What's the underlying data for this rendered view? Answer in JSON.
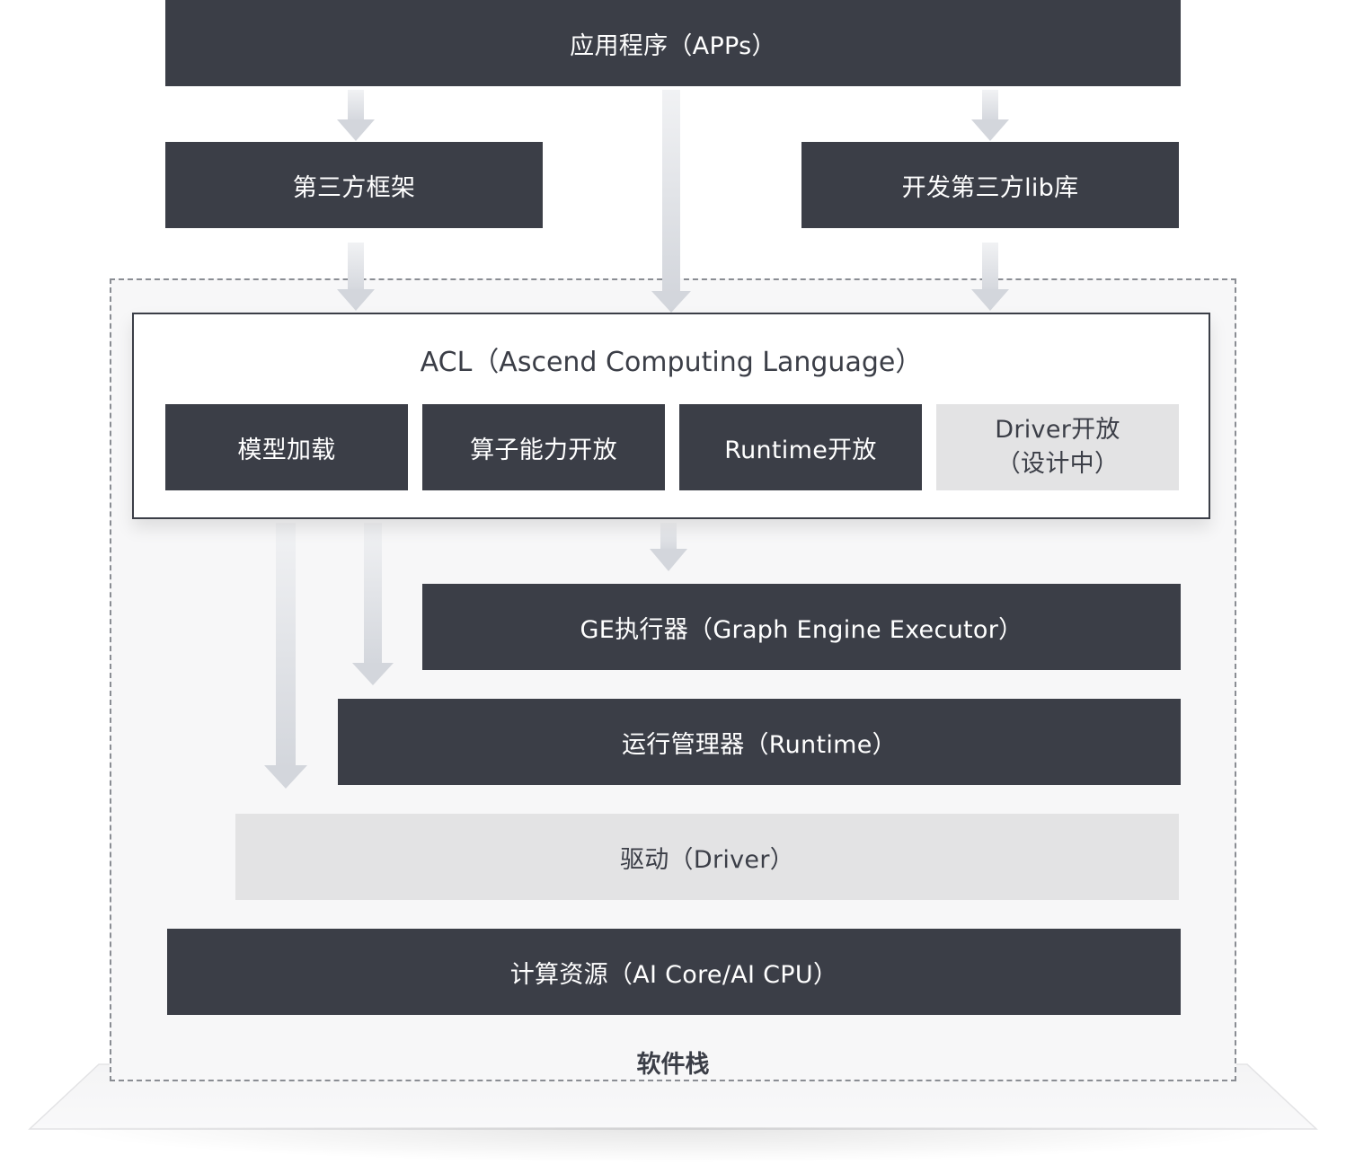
{
  "title": "",
  "top": {
    "apps": "应用程序（APPs）"
  },
  "second": {
    "framework": "第三方框架",
    "libs": "开发第三方lib库"
  },
  "acl": {
    "title": "ACL（Ascend Computing Language）",
    "modules": [
      {
        "label": "模型加载"
      },
      {
        "label": "算子能力开放"
      },
      {
        "label": "Runtime开放"
      },
      {
        "line1": "Driver开放",
        "line2": "（设计中）"
      }
    ]
  },
  "layers": {
    "ge": "GE执行器（Graph Engine Executor）",
    "runtime": "运行管理器（Runtime）",
    "driver": "驱动（Driver）",
    "compute": "计算资源（AI Core/AI CPU）"
  },
  "caption": "软件栈",
  "colors": {
    "dark_box": "#3b3e47",
    "light_box": "#e3e3e4",
    "arrow": "#d9dbe0",
    "dashed": "#8a8d93",
    "region_bg": "#f7f7f8"
  }
}
